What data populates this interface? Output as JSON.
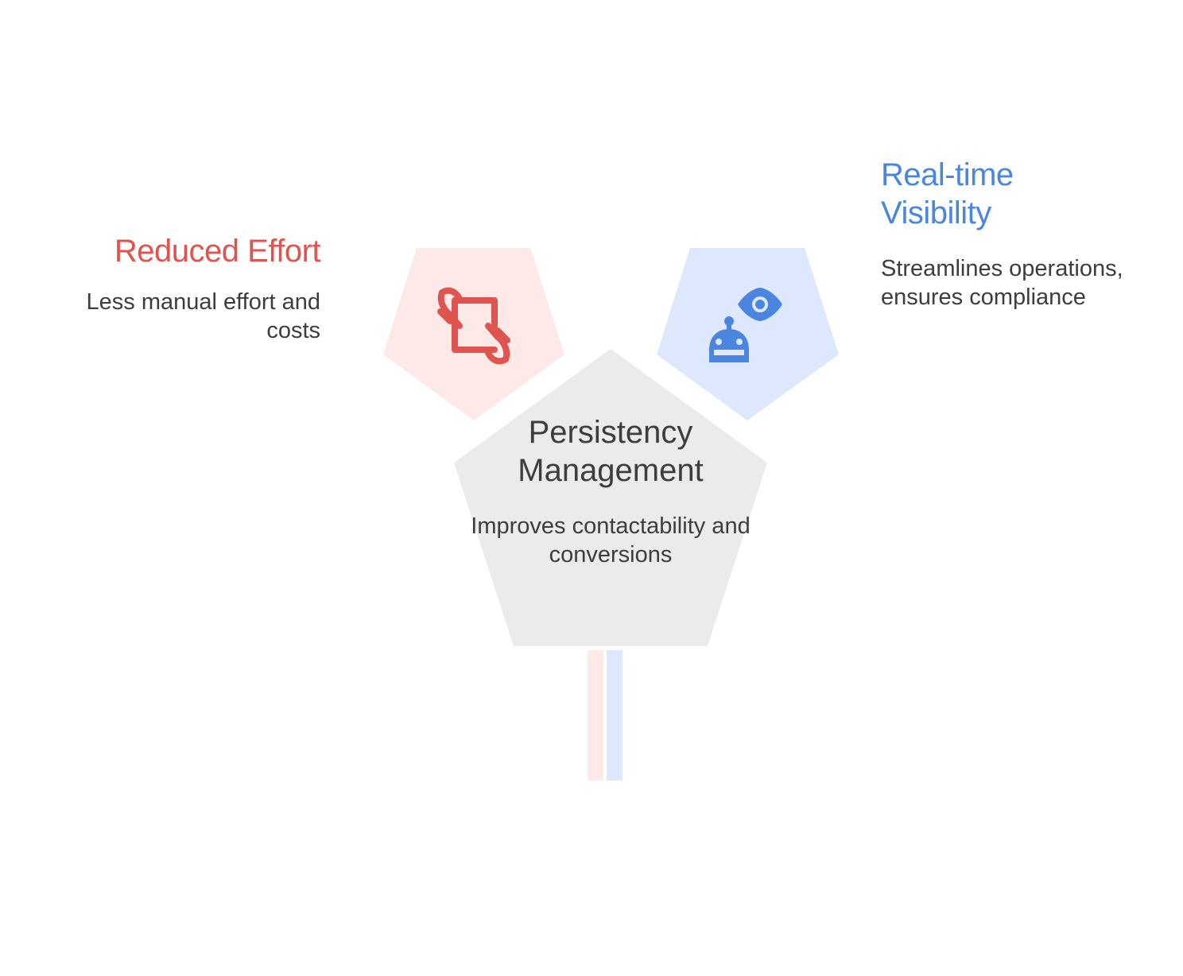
{
  "colors": {
    "red_accent": "#e05450",
    "red_fill": "#fde9e7",
    "blue_accent": "#4a86e0",
    "blue_fill": "#dde8fd",
    "gray_fill": "#ebebeb",
    "body_text": "#3d3d3d"
  },
  "left_item": {
    "title": "Reduced Effort",
    "description": "Less manual effort and costs",
    "icon": "crop-rotate-icon"
  },
  "right_item": {
    "title": "Real-time Visibility",
    "description": "Streamlines operations, ensures compliance",
    "icon": "robot-eye-icon"
  },
  "center_item": {
    "title": "Persistency Management",
    "description": "Improves contactability and conversions"
  }
}
